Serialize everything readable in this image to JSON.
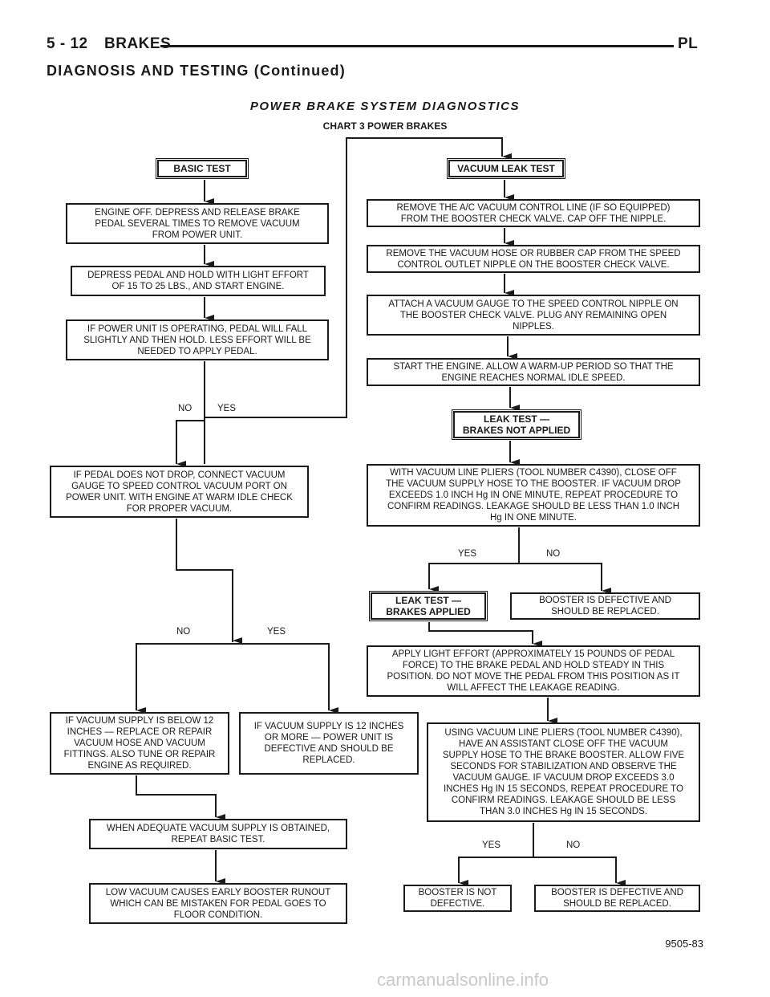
{
  "header": {
    "page": "5 - 12",
    "section": "BRAKES",
    "code": "PL",
    "subtitle": "DIAGNOSIS AND TESTING (Continued)"
  },
  "chart": {
    "title": "POWER BRAKE SYSTEM DIAGNOSTICS",
    "subtitle": "CHART 3  POWER BRAKES",
    "figure_id": "9505-83"
  },
  "boxes": {
    "basic_test": "BASIC TEST",
    "engine_off": "ENGINE OFF. DEPRESS AND RELEASE BRAKE\nPEDAL SEVERAL TIMES TO REMOVE VACUUM\nFROM POWER UNIT.",
    "depress_pedal": "DEPRESS PEDAL AND HOLD WITH LIGHT EFFORT\nOF 15 TO 25 LBS., AND START ENGINE.",
    "if_operating": "IF POWER UNIT IS OPERATING, PEDAL WILL FALL\nSLIGHTLY AND THEN HOLD. LESS EFFORT WILL BE\nNEEDED TO APPLY PEDAL.",
    "pedal_no_drop": "IF PEDAL DOES NOT DROP, CONNECT VACUUM\nGAUGE TO SPEED CONTROL VACUUM PORT ON\nPOWER UNIT. WITH ENGINE AT WARM IDLE CHECK\nFOR PROPER VACUUM.",
    "below_12": "IF VACUUM SUPPLY IS BELOW 12\nINCHES — REPLACE OR REPAIR\nVACUUM HOSE AND VACUUM\nFITTINGS. ALSO TUNE OR REPAIR\nENGINE AS REQUIRED.",
    "over_12": "IF VACUUM SUPPLY IS 12 INCHES\nOR MORE — POWER UNIT IS\nDEFECTIVE AND SHOULD BE\nREPLACED.",
    "adequate": "WHEN ADEQUATE VACUUM SUPPLY IS OBTAINED,\nREPEAT BASIC TEST.",
    "low_vacuum": "LOW VACUUM CAUSES EARLY BOOSTER RUNOUT\nWHICH CAN BE MISTAKEN FOR PEDAL GOES TO\nFLOOR CONDITION.",
    "vacuum_leak_test": "VACUUM LEAK TEST",
    "remove_ac": "REMOVE THE A/C VACUUM CONTROL LINE (IF SO EQUIPPED)\nFROM THE BOOSTER CHECK VALVE. CAP OFF THE NIPPLE.",
    "remove_hose": "REMOVE THE VACUUM HOSE OR RUBBER CAP FROM THE SPEED\nCONTROL OUTLET NIPPLE ON THE BOOSTER CHECK VALVE.",
    "attach_gauge": "ATTACH A VACUUM GAUGE TO THE SPEED CONTROL NIPPLE ON\nTHE BOOSTER CHECK VALVE. PLUG ANY REMAINING OPEN\nNIPPLES.",
    "start_engine": "START THE ENGINE. ALLOW A WARM-UP PERIOD SO THAT THE\nENGINE REACHES NORMAL IDLE SPEED.",
    "leak_not_applied": "LEAK TEST —\nBRAKES NOT APPLIED",
    "pliers_1": "WITH VACUUM LINE PLIERS (TOOL NUMBER C4390), CLOSE OFF\nTHE VACUUM SUPPLY HOSE TO THE BOOSTER. IF VACUUM DROP\nEXCEEDS 1.0 INCH Hg IN ONE MINUTE, REPEAT PROCEDURE TO\nCONFIRM READINGS. LEAKAGE SHOULD BE LESS THAN 1.0 INCH\nHg IN ONE MINUTE.",
    "leak_applied": "LEAK TEST —\nBRAKES APPLIED",
    "defective_1": "BOOSTER IS DEFECTIVE AND\nSHOULD BE REPLACED.",
    "apply_light": "APPLY LIGHT EFFORT (APPROXIMATELY 15 POUNDS OF PEDAL\nFORCE) TO THE BRAKE PEDAL AND HOLD STEADY IN THIS\nPOSITION. DO NOT MOVE THE PEDAL FROM THIS POSITION AS IT\nWILL AFFECT THE LEAKAGE READING.",
    "pliers_2": "USING VACUUM LINE PLIERS (TOOL NUMBER C4390),\nHAVE AN ASSISTANT CLOSE OFF THE VACUUM\nSUPPLY HOSE TO THE BRAKE BOOSTER. ALLOW FIVE\nSECONDS FOR STABILIZATION AND OBSERVE THE\nVACUUM GAUGE. IF VACUUM DROP EXCEEDS 3.0\nINCHES Hg IN 15 SECONDS, REPEAT PROCEDURE TO\nCONFIRM READINGS. LEAKAGE SHOULD BE LESS\nTHAN 3.0 INCHES Hg IN 15 SECONDS.",
    "not_defective": "BOOSTER IS NOT\nDEFECTIVE.",
    "defective_2": "BOOSTER IS DEFECTIVE AND\nSHOULD BE REPLACED."
  },
  "labels": {
    "no": "NO",
    "yes": "YES"
  },
  "watermark": "carmanualsonline.info"
}
